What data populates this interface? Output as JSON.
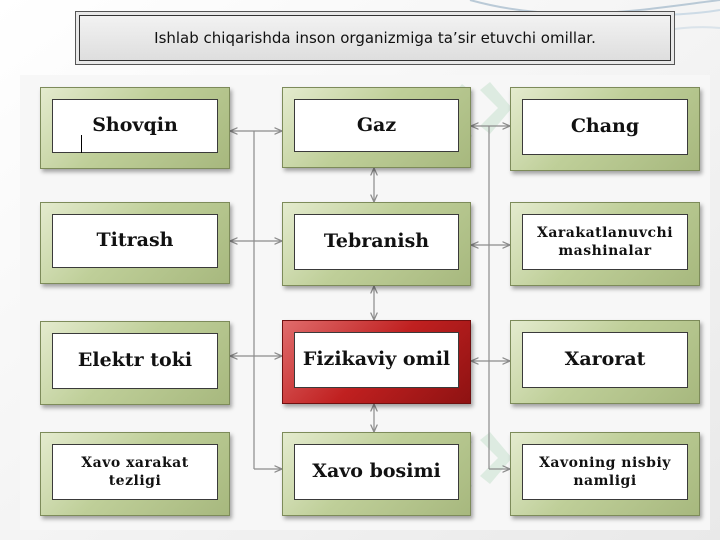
{
  "slide": {
    "title": "Ishlab chiqarishda inson organizmiga ta’sir etuvchi omillar."
  },
  "diagram": {
    "left": [
      "Shovqin",
      "Titrash",
      "Elektr toki",
      "Xavo xarakat tezligi"
    ],
    "middle": [
      "Gaz",
      "Tebranish",
      "Fizikaviy omil",
      "Xavo bosimi"
    ],
    "right": [
      "Chang",
      "Xarakatlanuvchi mashinalar",
      "Xarorat",
      "Xavoning nisbiy namligi"
    ]
  },
  "colors": {
    "node_fill": "#bfcf99",
    "center_fill": "#c02020",
    "arrow": "#8c8c8c"
  }
}
